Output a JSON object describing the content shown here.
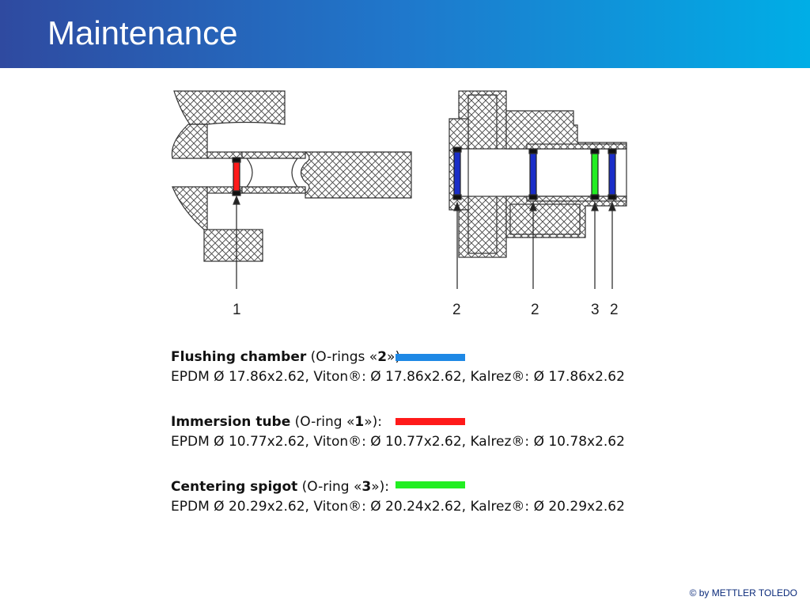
{
  "title": "Maintenance",
  "diagram": {
    "left_label": "1",
    "right_labels": [
      "2",
      "2",
      "3",
      "2"
    ]
  },
  "specs": [
    {
      "name": "Flushing chamber",
      "qualifier_prefix": " (O-rings «",
      "qualifier_num": "2",
      "qualifier_suffix": "»):",
      "values": "EPDM Ø 17.86x2.62, Viton®: Ø 17.86x2.62, Kalrez®: Ø 17.86x2.62",
      "color": "#1e88e5"
    },
    {
      "name": "Immersion tube",
      "qualifier_prefix": " (O-ring «",
      "qualifier_num": "1",
      "qualifier_suffix": "»):",
      "values": "EPDM Ø 10.77x2.62, Viton®: Ø 10.77x2.62, Kalrez®: Ø 10.78x2.62",
      "color": "#ff1a1a"
    },
    {
      "name": "Centering spigot",
      "qualifier_prefix": " (O-ring «",
      "qualifier_num": "3",
      "qualifier_suffix": "»):",
      "values": "EPDM Ø 20.29x2.62, Viton®: Ø 20.24x2.62, Kalrez®: Ø 20.29x2.62",
      "color": "#22ee22"
    }
  ],
  "footer": "© by METTLER TOLEDO"
}
